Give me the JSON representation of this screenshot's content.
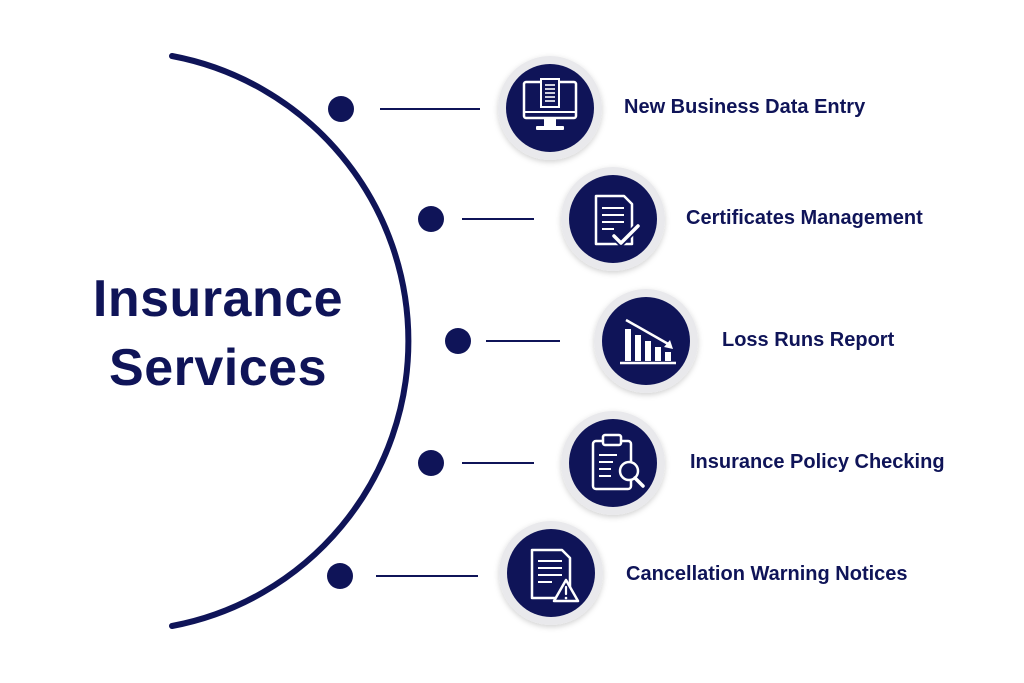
{
  "title": {
    "line1": "Insurance",
    "line2": "Services"
  },
  "colors": {
    "primary": "#0f1458",
    "badge_ring": "#e9e9ec",
    "background": "#ffffff"
  },
  "items": [
    {
      "label": "New Business Data Entry",
      "icon": "computer-monitor-icon"
    },
    {
      "label": "Certificates Management",
      "icon": "certificate-checkmark-icon"
    },
    {
      "label": "Loss Runs Report",
      "icon": "declining-bar-chart-icon"
    },
    {
      "label": "Insurance Policy Checking",
      "icon": "clipboard-magnifier-icon"
    },
    {
      "label": "Cancellation Warning Notices",
      "icon": "document-warning-icon"
    }
  ]
}
